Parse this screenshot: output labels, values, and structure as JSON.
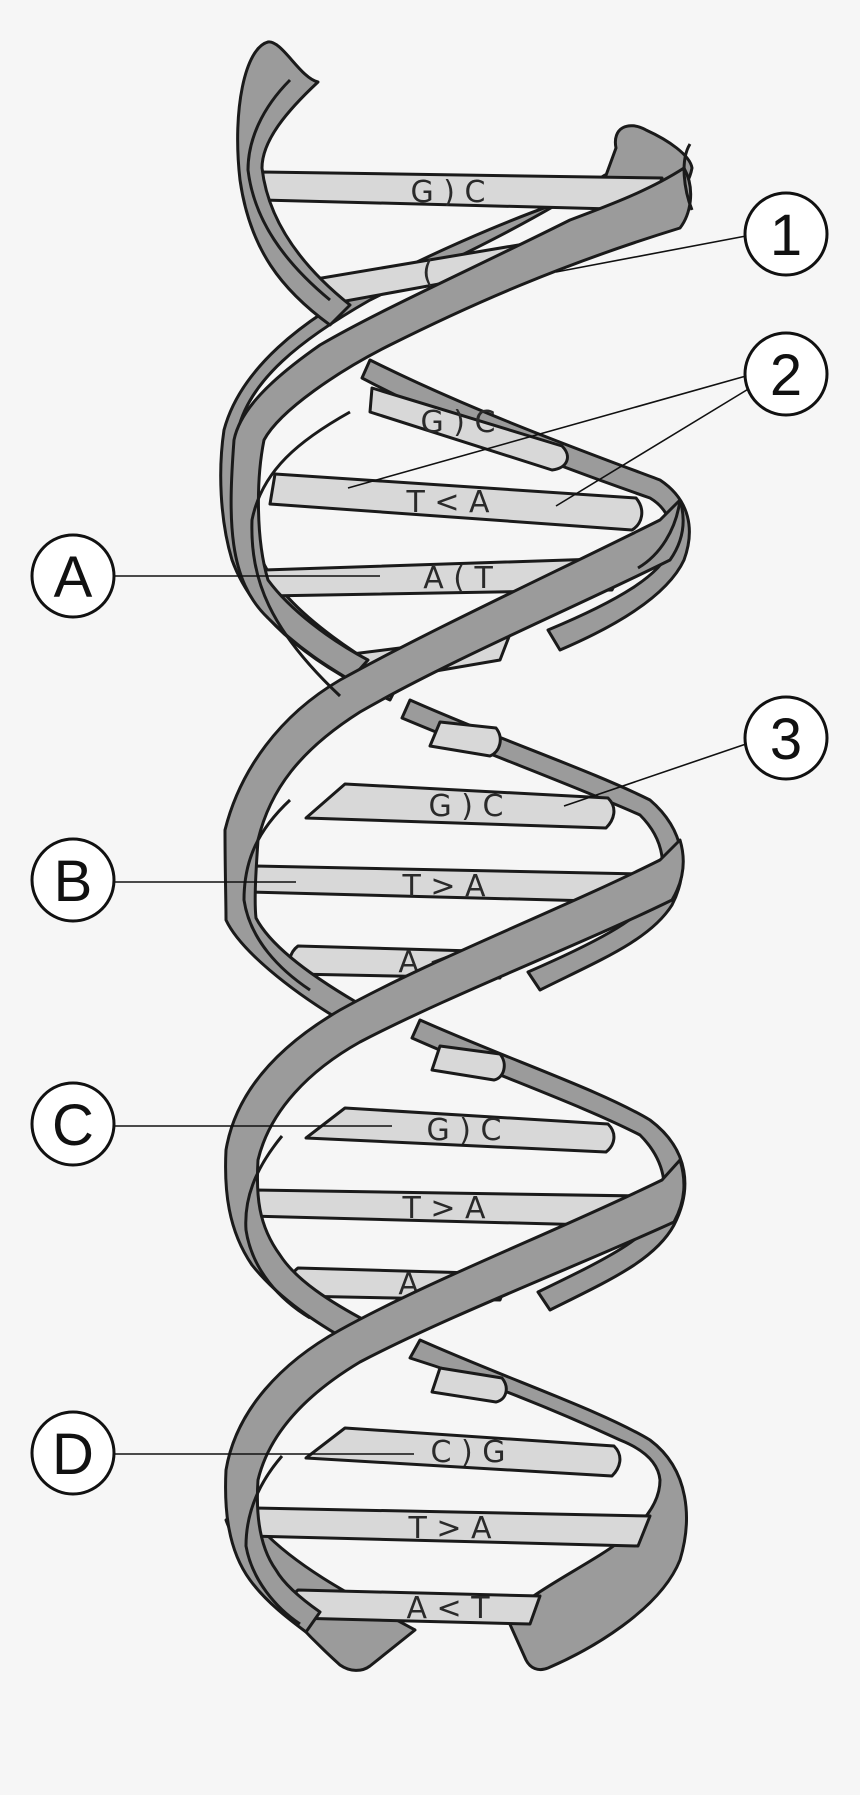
{
  "colors": {
    "background": "#f6f6f6",
    "strand": "#9b9b9b",
    "base_pair": "#d8d8d8",
    "outline": "#1a1a1a"
  },
  "base_pairs": [
    {
      "label": "G ) C"
    },
    {
      "label": "("
    },
    {
      "label": "G ) C"
    },
    {
      "label": "T < A"
    },
    {
      "label": "A ( T"
    },
    {
      "label": "G ) C"
    },
    {
      "label": "T > A"
    },
    {
      "label": "A <"
    },
    {
      "label": "G ) C"
    },
    {
      "label": "T > A"
    },
    {
      "label": "A <"
    },
    {
      "label": "C ) G"
    },
    {
      "label": "T > A"
    },
    {
      "label": "A < T"
    }
  ],
  "callouts": {
    "n1": "1",
    "n2": "2",
    "n3": "3",
    "a": "A",
    "b": "B",
    "c": "C",
    "d": "D"
  }
}
